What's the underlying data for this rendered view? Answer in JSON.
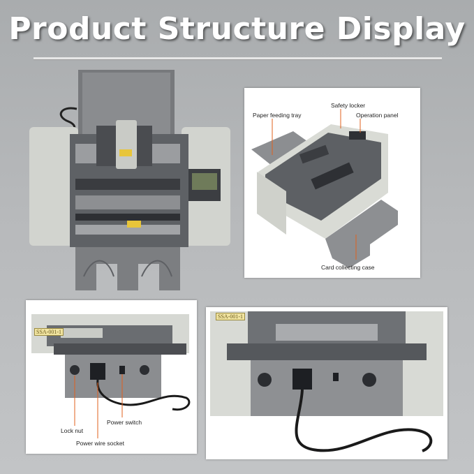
{
  "title": "Product Structure Display",
  "top_right": {
    "callouts": {
      "paper_feeding_tray": "Paper feeding tray",
      "safety_locker": "Safety locker",
      "operation_panel": "Operation panel",
      "card_collecting_case": "Card collecting case"
    }
  },
  "bottom_left": {
    "model_label": "SSA-001-1",
    "callouts": {
      "lock_nut": "Lock nut",
      "power_switch": "Power switch",
      "power_wire_socket": "Power wire socket"
    }
  },
  "bottom_right": {
    "model_label": "SSA-001-1"
  },
  "colors": {
    "accent_callout_line": "#e0601e",
    "title_text": "#ffffff",
    "machine_body": "#d9dcd6",
    "machine_dark": "#6b6e72"
  }
}
